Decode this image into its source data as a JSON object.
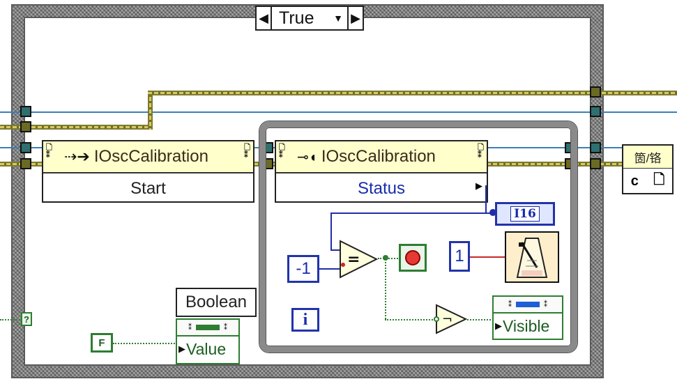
{
  "case_structure": {
    "selector_label": "True",
    "left_arrow": "◀",
    "right_arrow": "▶",
    "dropdown": "▼"
  },
  "nodes": {
    "start_node": {
      "class_name": "IOscCalibration",
      "property": "Start",
      "icon": "invoke-arrow-icon"
    },
    "status_node": {
      "class_name": "IOscCalibration",
      "property": "Status",
      "icon": "key-icon"
    }
  },
  "constants": {
    "minus_one": "-1",
    "one": "1",
    "false_const": "F"
  },
  "indicators": {
    "i16_label": "I16",
    "iteration": "i"
  },
  "property_nodes": {
    "boolean_label": "Boolean",
    "value_label": "Value",
    "visible_label": "Visible"
  },
  "right_node": {
    "top_text": "箇/铬",
    "bottom_left": "c",
    "bottom_right": "🗋"
  },
  "misc": {
    "question_tunnel": "?"
  },
  "colors": {
    "wire_blue": "#3b7fb5",
    "wire_navy": "#1f2ea8",
    "wire_gold": "#d9c95a",
    "boolean_green": "#2e7d32",
    "stop_red": "#e53935",
    "node_header": "#ffffcc"
  }
}
